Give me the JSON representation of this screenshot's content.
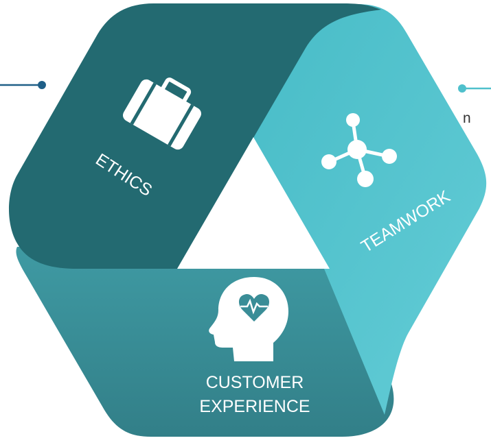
{
  "segments": [
    {
      "id": "ethics",
      "label": "ETHICS",
      "icon": "briefcase-icon",
      "color": "#236a71"
    },
    {
      "id": "teamwork",
      "label": "TEAMWORK",
      "icon": "network-icon",
      "color": "#4fc0cc"
    },
    {
      "id": "customer",
      "label_lines": [
        "CUSTOMER",
        "EXPERIENCE"
      ],
      "icon": "head-heart-icon",
      "color": "#3a8d97"
    }
  ],
  "right_partial_text": "n",
  "colors": {
    "icon": "#ffffff",
    "connector_left": "#1f5f87",
    "connector_right": "#4fc0cc",
    "text": "#ffffff",
    "partial_text": "#333333"
  }
}
